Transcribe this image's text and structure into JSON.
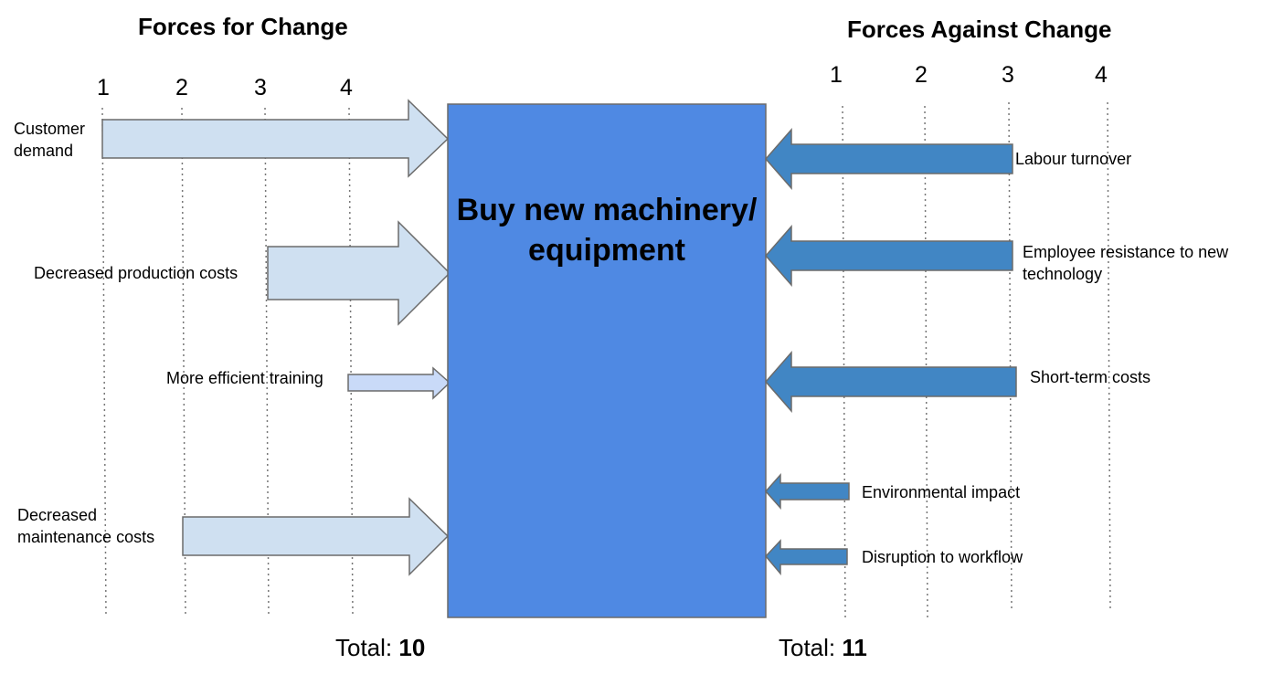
{
  "diagram": {
    "type": "force-field-analysis",
    "center_label": "Buy new machinery/ equipment",
    "forces_for": {
      "heading": "Forces for Change",
      "scale": [
        "1",
        "2",
        "3",
        "4"
      ],
      "items": [
        {
          "label": "Customer demand",
          "strength": 4
        },
        {
          "label": "Decreased production costs",
          "strength": 2
        },
        {
          "label": "More efficient training",
          "strength": 1
        },
        {
          "label": "Decreased maintenance costs",
          "strength": 3
        }
      ],
      "total_label": "Total:",
      "total_value": "10"
    },
    "forces_against": {
      "heading": "Forces Against Change",
      "scale": [
        "1",
        "2",
        "3",
        "4"
      ],
      "items": [
        {
          "label": "Labour turnover",
          "strength": 3
        },
        {
          "label": "Employee resistance to new technology",
          "strength": 3
        },
        {
          "label": "Short-term costs",
          "strength": 3
        },
        {
          "label": "Environmental impact",
          "strength": 1
        },
        {
          "label": "Disruption to workflow",
          "strength": 1
        }
      ],
      "total_label": "Total:",
      "total_value": "11"
    },
    "colors": {
      "center_box": "#4f89e3",
      "for_arrow": "#cfe0f1",
      "for_arrow_small": "#c9daf8",
      "against_arrow": "#4186c4",
      "outline": "#6b6b6b"
    }
  }
}
